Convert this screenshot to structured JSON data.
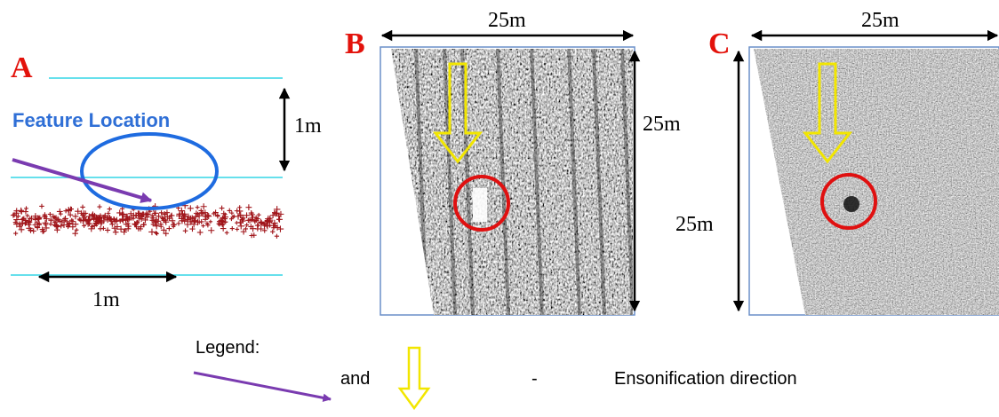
{
  "panel_a": {
    "letter": "A",
    "feature_label": "Feature Location",
    "vertical_scale": "1m",
    "horizontal_scale": "1m"
  },
  "panel_b": {
    "letter": "B",
    "top_scale": "25m",
    "side_scale": "25m"
  },
  "panel_c": {
    "letter": "C",
    "top_scale": "25m",
    "side_scale": "25m"
  },
  "legend": {
    "title": "Legend:",
    "connector": "and",
    "dash": "-",
    "description": "Ensonification direction"
  },
  "colors": {
    "panel_letter": "#e3120b",
    "feature_label": "#2f6fd6",
    "ellipse": "#1e6be0",
    "cyan_lines": "#33d6e6",
    "scatter": "#a0151a",
    "purple_arrow": "#7a3bb0",
    "yellow_arrow": "#f2e600",
    "red_circle": "#e01010",
    "frame": "#6a8fc8"
  }
}
